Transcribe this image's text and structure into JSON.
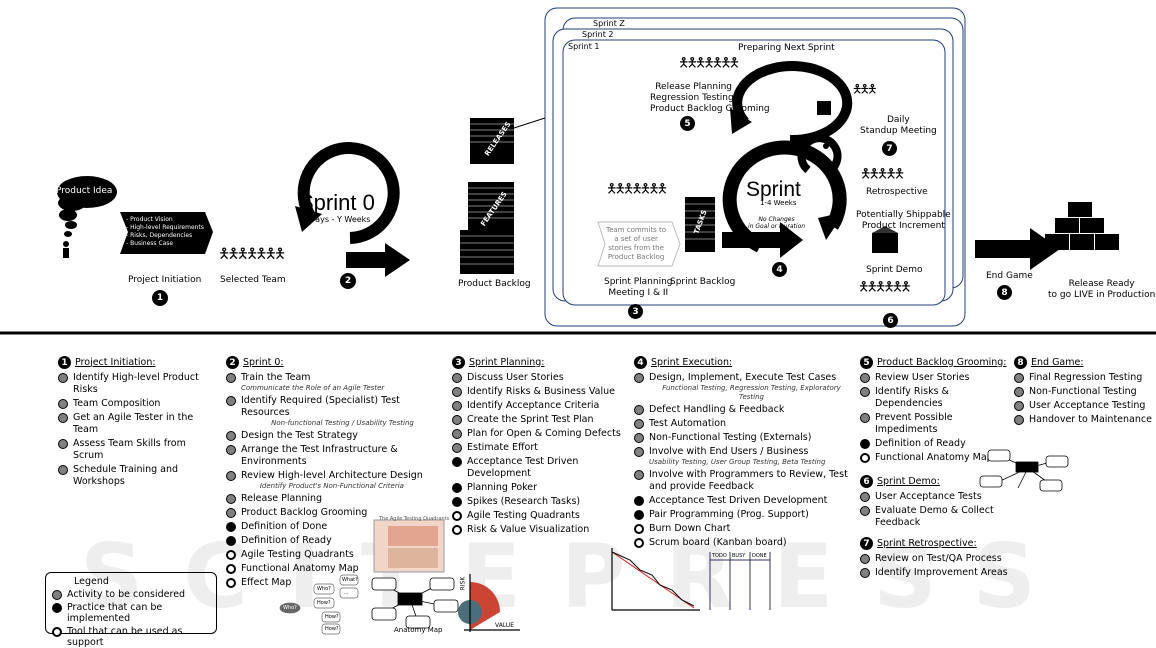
{
  "colors": {
    "ink": "#000000",
    "gray": "#808080",
    "frame": "#1f3f7a",
    "watermark": "#bbbbbb"
  },
  "top": {
    "product_idea": "Product Idea",
    "initiation_items": [
      "- Product Vision",
      "- High-level Requirements",
      "- Risks, Dependencies",
      "- Business Case"
    ],
    "project_initiation": "Project Initiation",
    "selected_team": "Selected Team",
    "sprint0_title": "Sprint 0",
    "sprint0_sub": "X Days - Y Weeks",
    "product_backlog": "Product Backlog",
    "releases": "RELEASES",
    "features": "FEATURES",
    "sprint_z": "Sprint Z",
    "sprint_2": "Sprint 2",
    "sprint_1": "Sprint 1",
    "preparing_next": "Preparing Next Sprint",
    "grooming_lines": [
      "Release Planning",
      "Regression Testing",
      "Product Backlog Grooming"
    ],
    "daily_standup": [
      "Daily",
      "Standup Meeting"
    ],
    "retrospective": "Retrospective",
    "sprint_title": "Sprint",
    "sprint_weeks": "1-4 Weeks",
    "no_changes": [
      "No Changes",
      "in Goal or Duration"
    ],
    "team_commits": [
      "Team commits to",
      "a set of user",
      "stories from the",
      "Product Backlog"
    ],
    "tasks": "TASKS",
    "sprint_planning_meeting": [
      "Sprint Planning",
      "Meeting I & II"
    ],
    "sprint_backlog": "Sprint Backlog",
    "shippable": [
      "Potentially Shippable",
      "Product Increment"
    ],
    "sprint_demo": "Sprint Demo",
    "end_game": "End Game",
    "release_ready": [
      "Release Ready",
      "to go LIVE in Production"
    ],
    "numbers": {
      "n1": "1",
      "n2": "2",
      "n3": "3",
      "n4": "4",
      "n5": "5",
      "n6": "6",
      "n7": "7",
      "n8": "8"
    }
  },
  "sections": {
    "s1": {
      "num": "1",
      "title": "Project Initiation:",
      "items": [
        {
          "t": "Identify High-level Product Risks",
          "k": "g"
        },
        {
          "t": "Team Composition",
          "k": "g"
        },
        {
          "t": "Get an Agile Tester in the Team",
          "k": "g"
        },
        {
          "t": "Assess Team Skills from Scrum",
          "k": "g"
        },
        {
          "t": "Schedule Training and Workshops",
          "k": "g"
        }
      ]
    },
    "s2": {
      "num": "2",
      "title": "Sprint 0:",
      "items": [
        {
          "t": "Train the Team",
          "k": "g",
          "s": "Communicate the Role of an Agile Tester"
        },
        {
          "t": "Identify Required (Specialist) Test Resources",
          "k": "g",
          "s": "Non-functional Testing / Usability Testing"
        },
        {
          "t": "Design the Test Strategy",
          "k": "g"
        },
        {
          "t": "Arrange the Test Infrastructure & Environments",
          "k": "g"
        },
        {
          "t": "Review High-level Architecture Design",
          "k": "g",
          "s": "Identify Product's Non-Functional Criteria"
        },
        {
          "t": "Release Planning",
          "k": "g"
        },
        {
          "t": "Product Backlog Grooming",
          "k": "g"
        },
        {
          "t": "Definition of Done",
          "k": "b"
        },
        {
          "t": "Definition of Ready",
          "k": "b"
        },
        {
          "t": "Agile Testing Quadrants",
          "k": "w"
        },
        {
          "t": "Functional Anatomy Map",
          "k": "w"
        },
        {
          "t": "Effect Map",
          "k": "w"
        }
      ]
    },
    "s3": {
      "num": "3",
      "title": "Sprint Planning:",
      "items": [
        {
          "t": "Discuss User Stories",
          "k": "g"
        },
        {
          "t": "Identify Risks & Business Value",
          "k": "g"
        },
        {
          "t": "Identify Acceptance Criteria",
          "k": "g"
        },
        {
          "t": "Create the Sprint Test Plan",
          "k": "g"
        },
        {
          "t": "Plan for Open & Coming Defects",
          "k": "g"
        },
        {
          "t": "Estimate Effort",
          "k": "g"
        },
        {
          "t": "Acceptance Test Driven Development",
          "k": "b"
        },
        {
          "t": "Planning Poker",
          "k": "b"
        },
        {
          "t": "Spikes (Research Tasks)",
          "k": "b"
        },
        {
          "t": "Agile Testing Quadrants",
          "k": "w"
        },
        {
          "t": "Risk & Value Visualization",
          "k": "w"
        }
      ]
    },
    "s4": {
      "num": "4",
      "title": "Sprint Execution:",
      "items": [
        {
          "t": "Design, Implement, Execute Test Cases",
          "k": "g",
          "s": "Functional Testing, Regression Testing, Exploratory Testing"
        },
        {
          "t": "Defect Handling & Feedback",
          "k": "g"
        },
        {
          "t": "Test Automation",
          "k": "g"
        },
        {
          "t": "Non-Functional Testing (Externals)",
          "k": "g"
        },
        {
          "t": "Involve with End Users / Business",
          "k": "g",
          "s": "Usability Testing, User Group Testing, Beta Testing"
        },
        {
          "t": "Involve with Programmers to Review, Test and provide Feedback",
          "k": "g"
        },
        {
          "t": "Acceptance Test Driven Development",
          "k": "b"
        },
        {
          "t": "Pair Programming (Prog. Support)",
          "k": "b"
        },
        {
          "t": "Burn Down Chart",
          "k": "w"
        },
        {
          "t": "Scrum board (Kanban board)",
          "k": "w"
        }
      ]
    },
    "s5": {
      "num": "5",
      "title": "Product Backlog Grooming:",
      "items": [
        {
          "t": "Review User Stories",
          "k": "g"
        },
        {
          "t": "Identify Risks & Dependencies",
          "k": "g"
        },
        {
          "t": "Prevent Possible Impediments",
          "k": "g"
        },
        {
          "t": "Definition of Ready",
          "k": "b"
        },
        {
          "t": "Functional Anatomy Map",
          "k": "w"
        }
      ]
    },
    "s6": {
      "num": "6",
      "title": "Sprint Demo:",
      "items": [
        {
          "t": "User Acceptance Tests",
          "k": "g"
        },
        {
          "t": "Evaluate Demo & Collect Feedback",
          "k": "g"
        }
      ]
    },
    "s7": {
      "num": "7",
      "title": "Sprint Retrospective:",
      "items": [
        {
          "t": "Review on Test/QA Process",
          "k": "g"
        },
        {
          "t": "Identify Improvement Areas",
          "k": "g"
        }
      ]
    },
    "s8": {
      "num": "8",
      "title": "End Game:",
      "items": [
        {
          "t": "Final Regression Testing",
          "k": "g"
        },
        {
          "t": "Non-Functional Testing",
          "k": "g"
        },
        {
          "t": "User Acceptance Testing",
          "k": "g"
        },
        {
          "t": "Handover to Maintenance",
          "k": "g"
        }
      ]
    }
  },
  "legend": {
    "title": "Legend",
    "items": [
      {
        "t": "Activity to be considered",
        "k": "g"
      },
      {
        "t": "Practice that can be implemented",
        "k": "b"
      },
      {
        "t": "Tool that can be used as support",
        "k": "w"
      }
    ]
  },
  "thumbs": {
    "quadrants_title": "The Agile Testing Quadrants",
    "anatomy_map": "Anatomy Map",
    "risk": "RISK",
    "value": "VALUE",
    "kanban": [
      "TODO",
      "BUSY",
      "DONE"
    ],
    "effect_who": "Who?",
    "effect_how": "How?",
    "effect_what": "What?",
    "effect_dots": "..."
  },
  "watermark": "SCITEPRESS"
}
